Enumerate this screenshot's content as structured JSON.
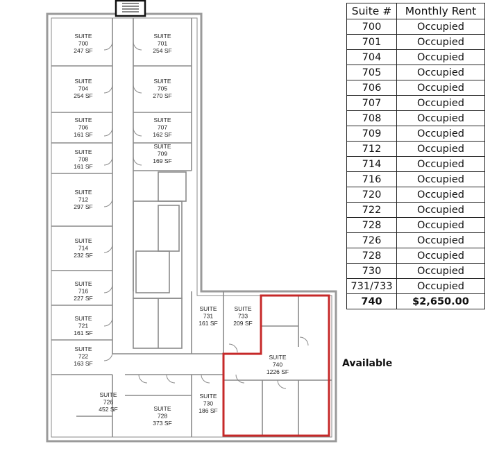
{
  "colors": {
    "wall": "#8a8a8a",
    "wall_dark": "#555555",
    "highlight": "#c62828"
  },
  "table": {
    "headers": [
      "Suite #",
      "Monthly Rent"
    ],
    "rows": [
      {
        "suite": "700",
        "rent": "Occupied"
      },
      {
        "suite": "701",
        "rent": "Occupied"
      },
      {
        "suite": "704",
        "rent": "Occupied"
      },
      {
        "suite": "705",
        "rent": "Occupied"
      },
      {
        "suite": "706",
        "rent": "Occupied"
      },
      {
        "suite": "707",
        "rent": "Occupied"
      },
      {
        "suite": "708",
        "rent": "Occupied"
      },
      {
        "suite": "709",
        "rent": "Occupied"
      },
      {
        "suite": "712",
        "rent": "Occupied"
      },
      {
        "suite": "714",
        "rent": "Occupied"
      },
      {
        "suite": "716",
        "rent": "Occupied"
      },
      {
        "suite": "720",
        "rent": "Occupied"
      },
      {
        "suite": "722",
        "rent": "Occupied"
      },
      {
        "suite": "728",
        "rent": "Occupied"
      },
      {
        "suite": "726",
        "rent": "Occupied"
      },
      {
        "suite": "728",
        "rent": "Occupied"
      },
      {
        "suite": "730",
        "rent": "Occupied"
      },
      {
        "suite": "731/733",
        "rent": "Occupied"
      },
      {
        "suite": "740",
        "rent": "$2,650.00",
        "highlight": true
      }
    ]
  },
  "available_label": "Available",
  "suites": [
    {
      "l1": "SUITE",
      "l2": "700",
      "l3": "247 SF"
    },
    {
      "l1": "SUITE",
      "l2": "701",
      "l3": "254 SF"
    },
    {
      "l1": "SUITE",
      "l2": "704",
      "l3": "254 SF"
    },
    {
      "l1": "SUITE",
      "l2": "705",
      "l3": "270 SF"
    },
    {
      "l1": "SUITE",
      "l2": "706",
      "l3": "161 SF"
    },
    {
      "l1": "SUITE",
      "l2": "707",
      "l3": "162 SF"
    },
    {
      "l1": "SUITE",
      "l2": "708",
      "l3": "161 SF"
    },
    {
      "l1": "SUITE",
      "l2": "709",
      "l3": "169 SF"
    },
    {
      "l1": "SUITE",
      "l2": "712",
      "l3": "297 SF"
    },
    {
      "l1": "SUITE",
      "l2": "714",
      "l3": "232 SF"
    },
    {
      "l1": "SUITE",
      "l2": "716",
      "l3": "227 SF"
    },
    {
      "l1": "SUITE",
      "l2": "721",
      "l3": "161 SF"
    },
    {
      "l1": "SUITE",
      "l2": "722",
      "l3": "163 SF"
    },
    {
      "l1": "SUITE",
      "l2": "726",
      "l3": "452 SF"
    },
    {
      "l1": "SUITE",
      "l2": "728",
      "l3": "373 SF"
    },
    {
      "l1": "SUITE",
      "l2": "730",
      "l3": "186 SF"
    },
    {
      "l1": "SUITE",
      "l2": "731",
      "l3": "161 SF"
    },
    {
      "l1": "SUITE",
      "l2": "733",
      "l3": "209 SF"
    },
    {
      "l1": "SUITE",
      "l2": "740",
      "l3": "1226 SF"
    }
  ]
}
